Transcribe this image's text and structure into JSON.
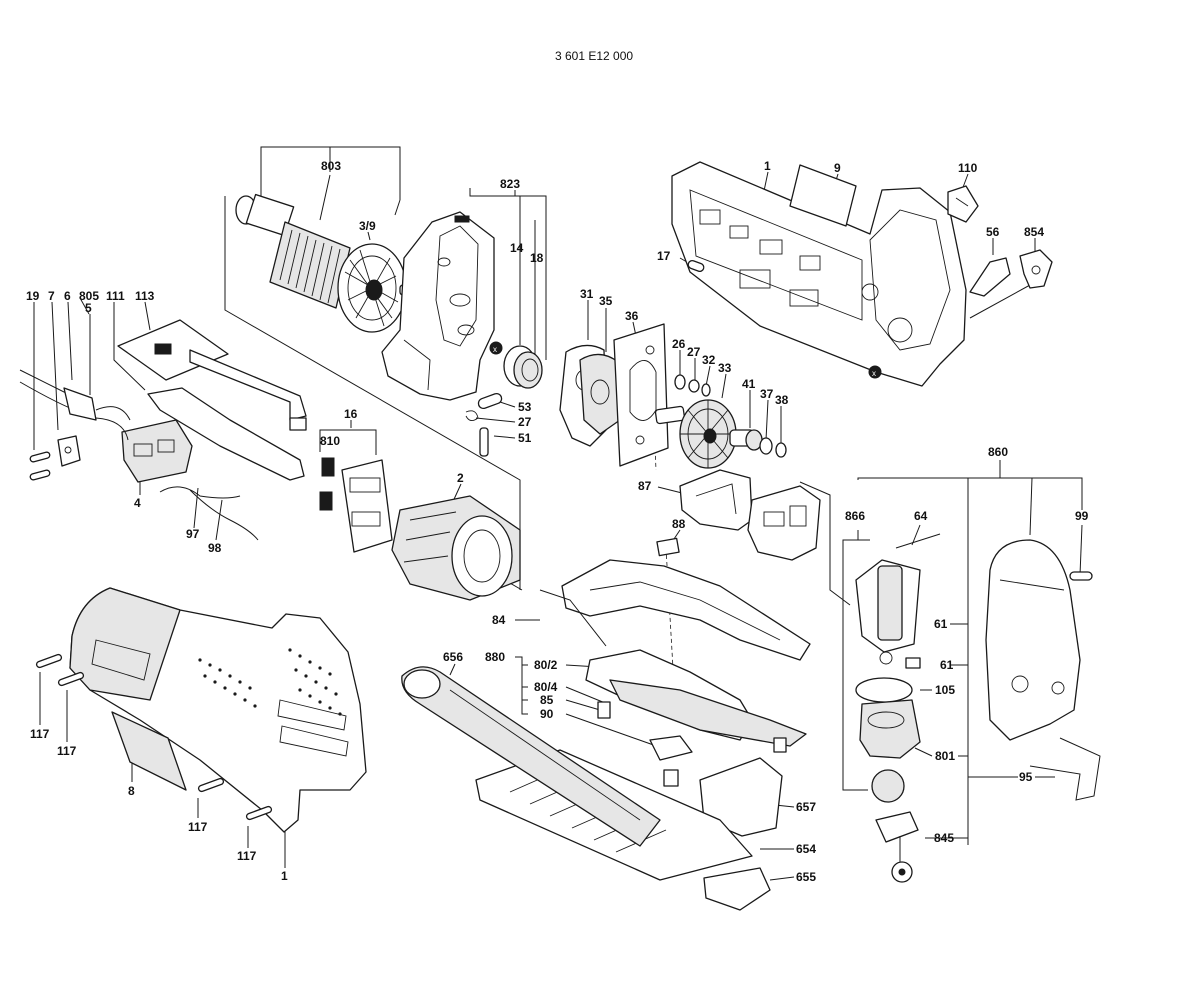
{
  "diagram": {
    "code": "3 601 E12 000",
    "labels": [
      "803",
      "3/9",
      "823",
      "14",
      "18",
      "1",
      "9",
      "110",
      "56",
      "854",
      "17",
      "19",
      "7",
      "6",
      "805",
      "5",
      "111",
      "113",
      "31",
      "35",
      "36",
      "26",
      "27",
      "32",
      "33",
      "41",
      "37",
      "38",
      "53",
      "27",
      "51",
      "16",
      "810",
      "2",
      "4",
      "97",
      "98",
      "87",
      "860",
      "866",
      "64",
      "99",
      "88",
      "84",
      "880",
      "80/2",
      "80/4",
      "85",
      "90",
      "656",
      "61",
      "61",
      "105",
      "801",
      "95",
      "657",
      "654",
      "655",
      "845",
      "117",
      "117",
      "8",
      "117",
      "117",
      "1"
    ]
  }
}
